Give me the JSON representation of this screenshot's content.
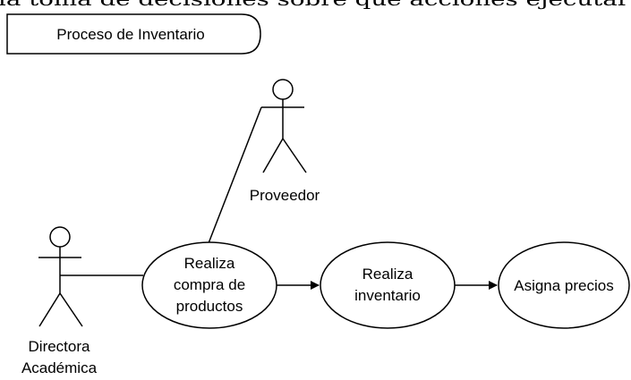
{
  "header": {
    "cut_text": "la toma de decisiones sobre que acciones ejecutar"
  },
  "diagram": {
    "title": "Proceso de Inventario",
    "actors": {
      "proveedor": {
        "label": "Proveedor"
      },
      "directora": {
        "label_line1": "Directora",
        "label_line2": "Académica"
      }
    },
    "use_cases": {
      "compra": {
        "line1": "Realiza",
        "line2": "compra de",
        "line3": "productos"
      },
      "inventario": {
        "line1": "Realiza",
        "line2": "inventario"
      },
      "precios": {
        "line1": "Asigna precios"
      }
    }
  }
}
